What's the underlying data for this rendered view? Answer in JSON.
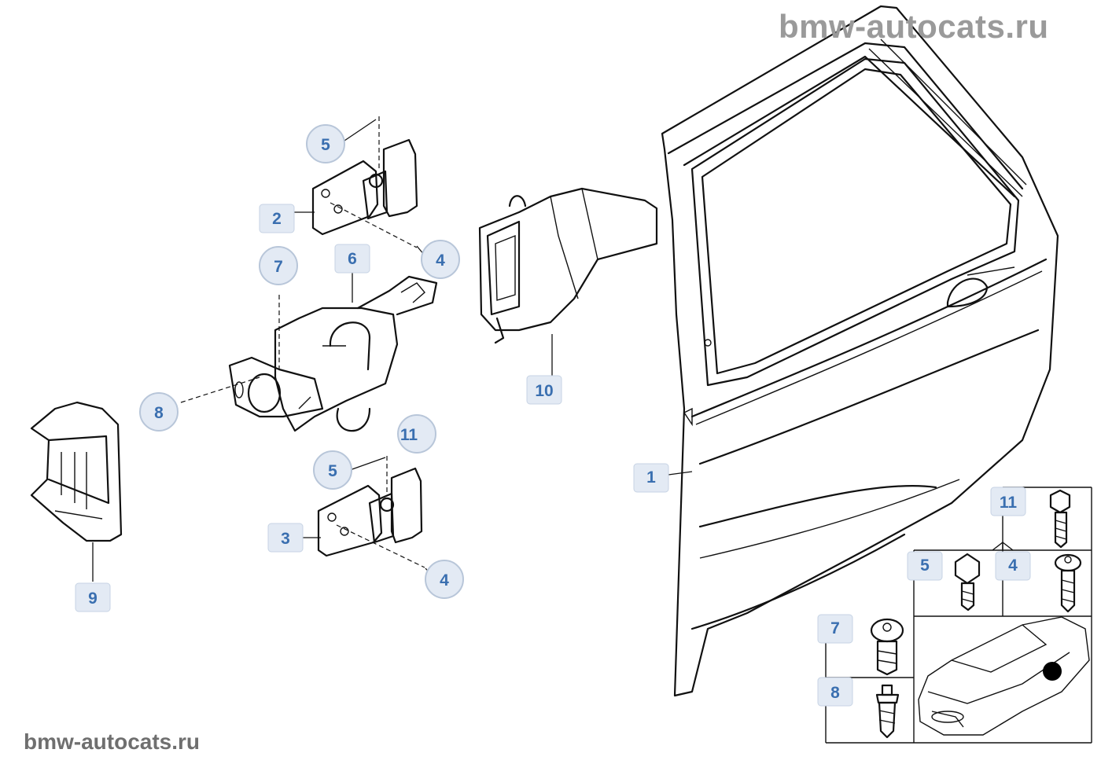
{
  "watermark_top": "bmw-autocats.ru",
  "watermark_bottom": "bmw-autocats.ru",
  "callouts": {
    "c1": "1",
    "c2": "2",
    "c3": "3",
    "c4a": "4",
    "c4b": "4",
    "c5a": "5",
    "c5b": "5",
    "c6": "6",
    "c7": "7",
    "c8": "8",
    "c9": "9",
    "c10": "10",
    "c11": "11"
  },
  "inset": {
    "l11": "11",
    "l5": "5",
    "l4": "4",
    "l7": "7",
    "l8": "8"
  }
}
